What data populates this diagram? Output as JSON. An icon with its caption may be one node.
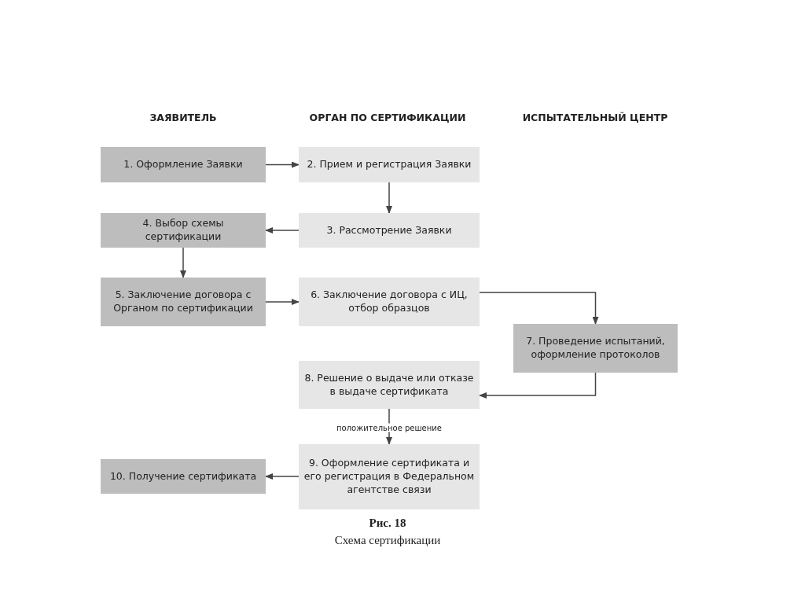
{
  "diagram": {
    "caption": "Схема сертификации",
    "nodes": [
      {
        "text": [
          "1. Оформление Заявки"
        ]
      },
      {
        "text": [
          "2. Прием и регистрация Заявки"
        ]
      },
      {
        "text": [
          "3. Рассмотрение Заявки"
        ]
      },
      {
        "text": [
          "4. Выбор схемы сертификации"
        ]
      },
      {
        "text": [
          "5. Заключение договора с Органом по сертификации"
        ]
      },
      {
        "text": [
          "6. Заключение договора с ИЦ, отбор образцов"
        ]
      },
      {
        "text": [
          "7. Проведение испытаний, оформление протоколов"
        ]
      },
      {
        "text": [
          "8. Решение о выдаче или отказе в выдаче сертификата"
        ]
      },
      {
        "text": [
          "9. Оформление сертификата и его регистрация в Федеральном агентстве связи"
        ]
      },
      {
        "text": [
          "10. Получение сертификата"
        ]
      }
    ],
    "edges": [
      {
        "from": 0,
        "to": 1,
        "arrow": "to"
      },
      {
        "from": 1,
        "to": 2,
        "arrow": "to"
      },
      {
        "from": 2,
        "to": 3,
        "arrow": "to"
      },
      {
        "from": 3,
        "to": 4,
        "arrow": "to"
      },
      {
        "from": 4,
        "to": 5,
        "arrow": "to"
      },
      {
        "from": 5,
        "to": 6,
        "arrow": "to"
      },
      {
        "from": 6,
        "to": 7,
        "arrow": "to"
      },
      {
        "from": 7,
        "to": 8,
        "arrow": "to",
        "label": "положительное решение"
      },
      {
        "from": 8,
        "to": 9,
        "arrow": "to"
      }
    ],
    "labels": [
      "ЗАЯВИТЕЛЬ",
      "ОРГАН ПО СЕРТИФИКАЦИИ",
      "ИСПЫТАТЕЛЬНЫЙ ЦЕНТР",
      "Рис. 18"
    ]
  }
}
